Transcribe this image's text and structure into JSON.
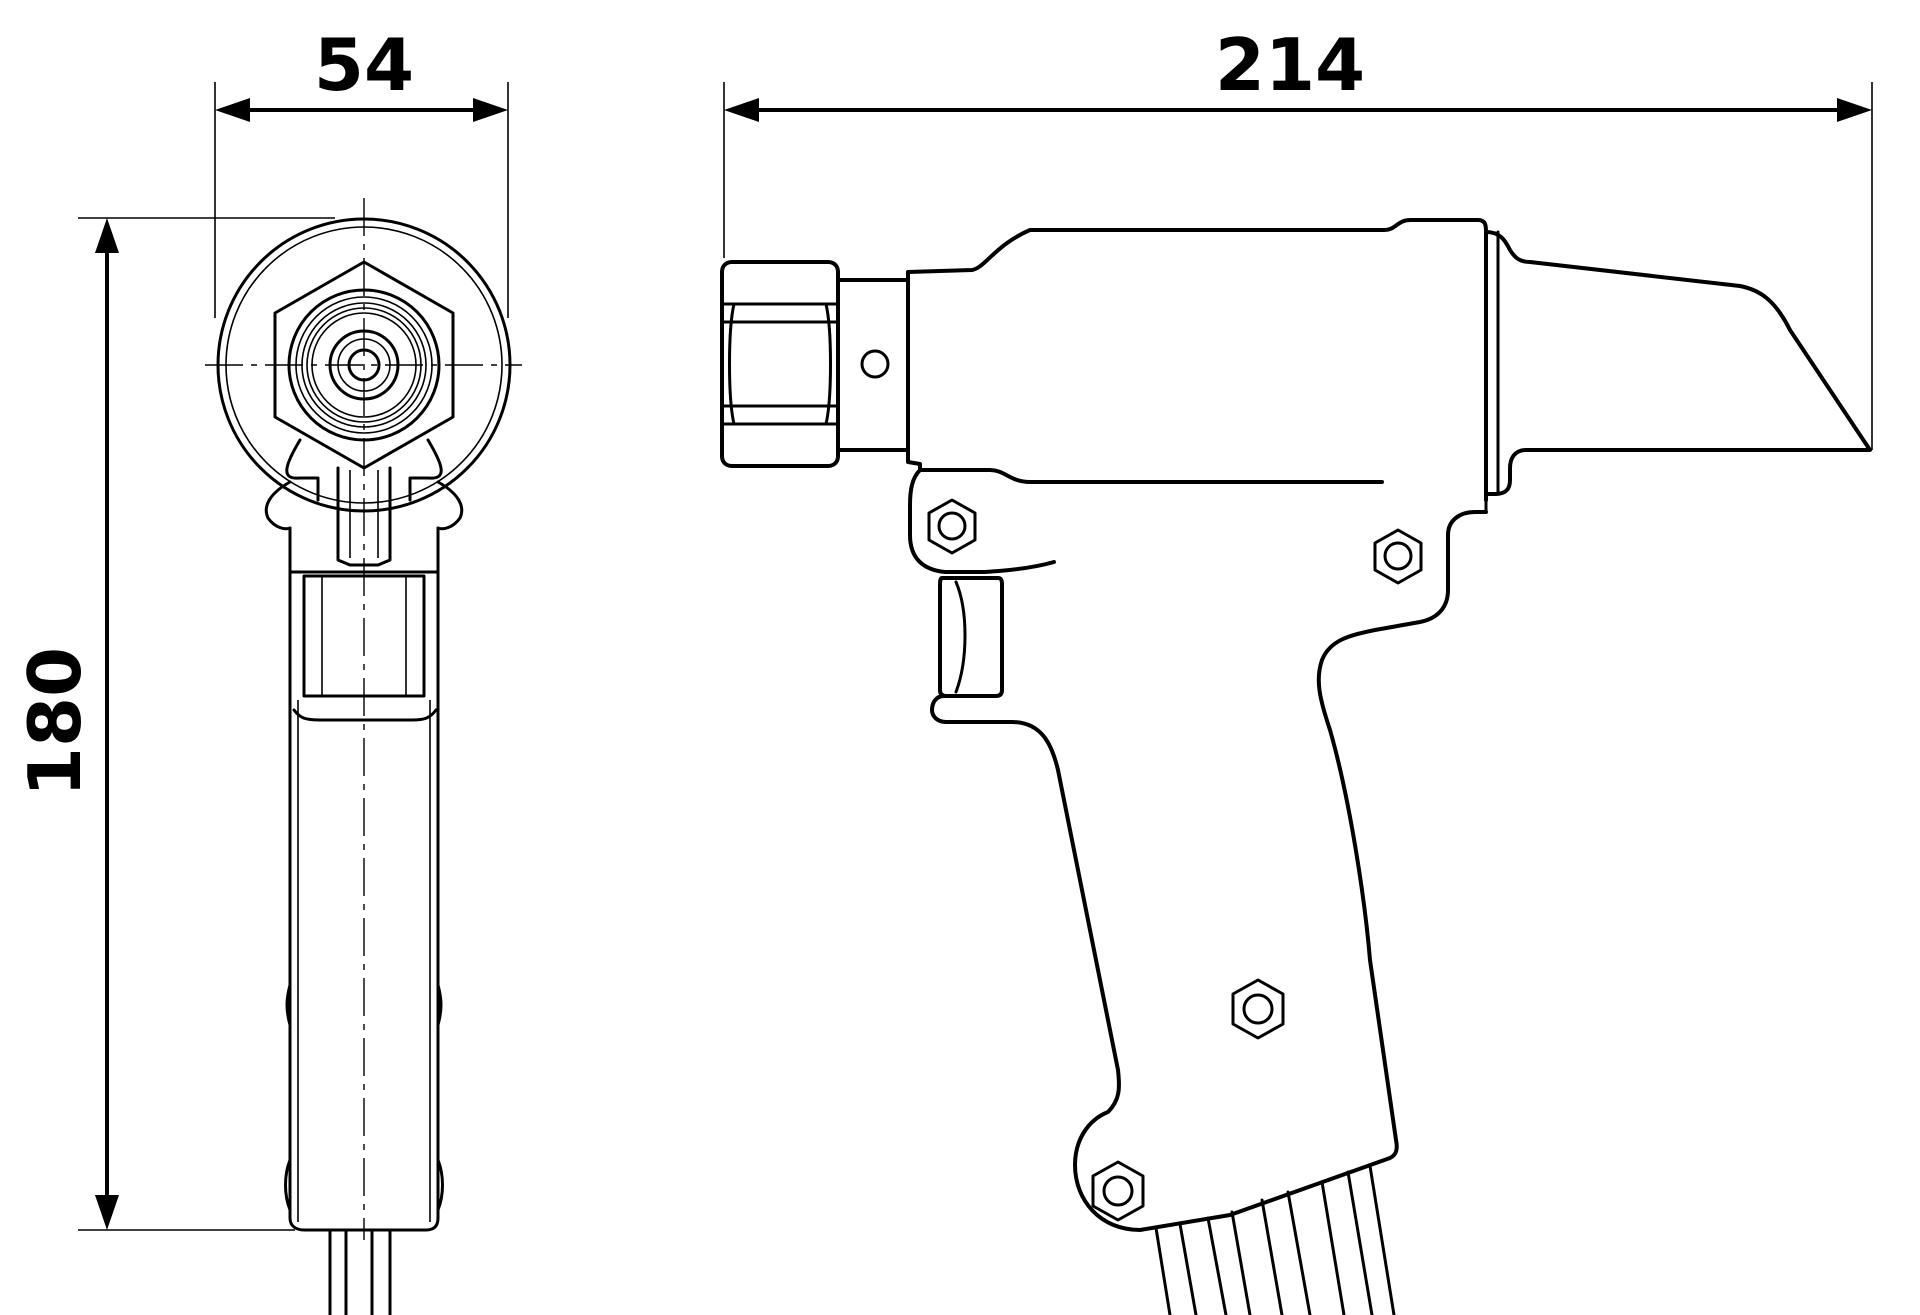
{
  "drawing": {
    "width_dimension": "54",
    "length_dimension": "214",
    "height_dimension": "180"
  },
  "colors": {
    "line": "#000000",
    "background": "#ffffff"
  }
}
